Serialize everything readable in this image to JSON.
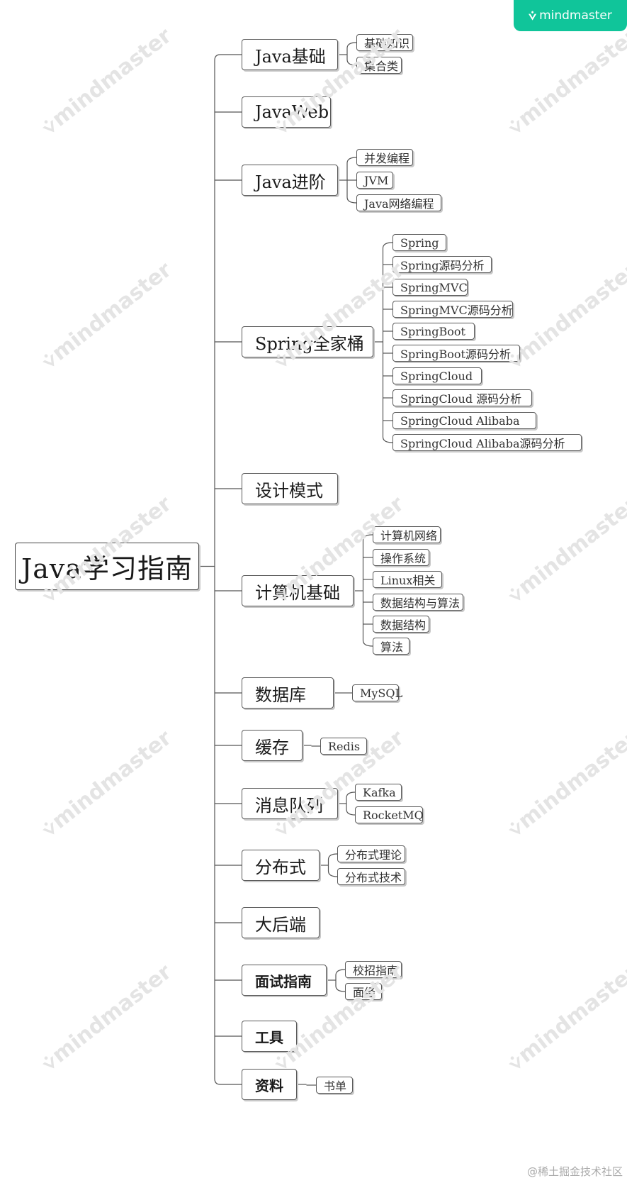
{
  "brand": {
    "logo_text": "mindmaster",
    "icon": "mindmaster-logo-icon",
    "badge_color": "#10c59a"
  },
  "watermark": {
    "text": "mindmaster"
  },
  "credit": "@稀土掘金技术社区",
  "mindmap": {
    "root": "Java学习指南",
    "branches": [
      {
        "label": "Java基础",
        "children": [
          "基础知识",
          "集合类"
        ]
      },
      {
        "label": "JavaWeb",
        "children": []
      },
      {
        "label": "Java进阶",
        "children": [
          "并发编程",
          "JVM",
          "Java网络编程"
        ]
      },
      {
        "label": "Spring全家桶",
        "children": [
          "Spring",
          "Spring源码分析",
          "SpringMVC",
          "SpringMVC源码分析",
          "SpringBoot",
          "SpringBoot源码分析",
          "SpringCloud",
          "SpringCloud 源码分析",
          "SpringCloud Alibaba",
          "SpringCloud Alibaba源码分析"
        ]
      },
      {
        "label": "设计模式",
        "children": []
      },
      {
        "label": "计算机基础",
        "children": [
          "计算机网络",
          "操作系统",
          "Linux相关",
          "数据结构与算法",
          "数据结构",
          "算法"
        ]
      },
      {
        "label": "数据库",
        "children": [
          "MySQL"
        ]
      },
      {
        "label": "缓存",
        "children": [
          "Redis"
        ]
      },
      {
        "label": "消息队列",
        "children": [
          "Kafka",
          "RocketMQ"
        ]
      },
      {
        "label": "分布式",
        "children": [
          "分布式理论",
          "分布式技术"
        ]
      },
      {
        "label": "大后端",
        "children": []
      },
      {
        "label": "面试指南",
        "children": [
          "校招指南",
          "面经"
        ]
      },
      {
        "label": "工具",
        "children": []
      },
      {
        "label": "资料",
        "children": [
          "书单"
        ]
      }
    ]
  }
}
